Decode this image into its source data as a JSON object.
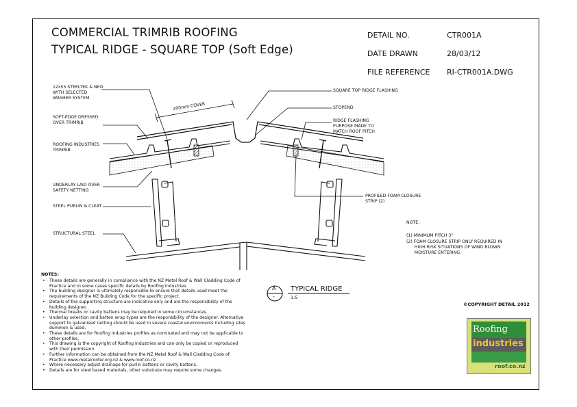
{
  "title": {
    "line1": "COMMERCIAL TRIMRIB ROOFING",
    "line2": "TYPICAL RIDGE - SQUARE TOP (Soft Edge)"
  },
  "info": {
    "detail_no_label": "DETAIL NO.",
    "detail_no_value": "CTR001A",
    "date_label": "DATE DRAWN",
    "date_value": "28/03/12",
    "file_label": "FILE REFERENCE",
    "file_value": "RI-CTR001A.DWG"
  },
  "labels": {
    "steeltek": "12x55 STEELTEK & NEO\nWITH SELECTED\nWASHER SYSTEM",
    "softedge": "SOFT-EDGE DRESSED\nOVER TRIMRIB",
    "trimrib": "ROOFING INDUSTRIES\nTRIMRIB",
    "underlay": "UNDERLAY LAID OVER\nSAFETY NETTING",
    "purlin": "STEEL PURLIN & CLEAT",
    "structural": "STRUCTURAL STEEL",
    "cover": "200mm COVER",
    "square_top": "SQUARE TOP RIDGE FLASHING",
    "stopend": "STOPEND",
    "ridge_flashing": "RIDGE FLASHING\nPURPOSE MADE TO\nMATCH ROOF PITCH",
    "foam": "PROFILED FOAM CLOSURE\nSTRIP (2)"
  },
  "side_notes": {
    "heading": "NOTE:",
    "items": [
      "(1) MINIMUM PITCH 3°",
      "(2) FOAM CLOSURE STRIP ONLY REQUIRED IN\n      HIGH RISK SITUATIONS OF WIND BLOWN\n      MOISTURE ENTERING."
    ]
  },
  "section": {
    "letter": "A",
    "dash": "-",
    "title": "TYPICAL RIDGE",
    "scale": "1:5"
  },
  "notes": {
    "heading": "NOTES:",
    "items": [
      "These details are generally in compliance with the NZ Metal Roof & Wall Cladding Code of Practice and in some cases specific details by Roofing Industries.",
      "The building designer is ultimately responsible to ensure that details used meet the requirements of the NZ Building Code for the specific project.",
      "Details of the supporting structure are indicative only and are the responsibility of the building designer.",
      "Thermal breaks or cavity battens may be required in some circumstances.",
      "Underlay selection and batten wrap types are the responsibility of the designer. Alternative support to galvanised netting should be used in severe coastal environments including sites dummen & used.",
      "These details are for Roofing Industries profiles as nominated and may not be applicable to other profiles.",
      "This drawing is the copyright of Roofing Industries and can only be copied or reproduced with their permission.",
      "Further information can be obtained from the NZ Metal Roof & Wall Cladding Code of Practice www.metalroofer.org.nz & www.roof.co.nz",
      "Where necessary adjust drainage for purlin battens or cavity battens.",
      "Details are for steel based materials, other substrate may require some changes."
    ]
  },
  "copyright": "©COPYRIGHT DETAIL 2012",
  "logo": {
    "word1": "Roofing",
    "word2": "industries",
    "url": "roof.co.nz"
  },
  "colors": {
    "ink": "#111111",
    "logo_green": "#2f8e3a",
    "logo_yellow": "#f1c232",
    "logo_bg": "#d9e27a"
  }
}
